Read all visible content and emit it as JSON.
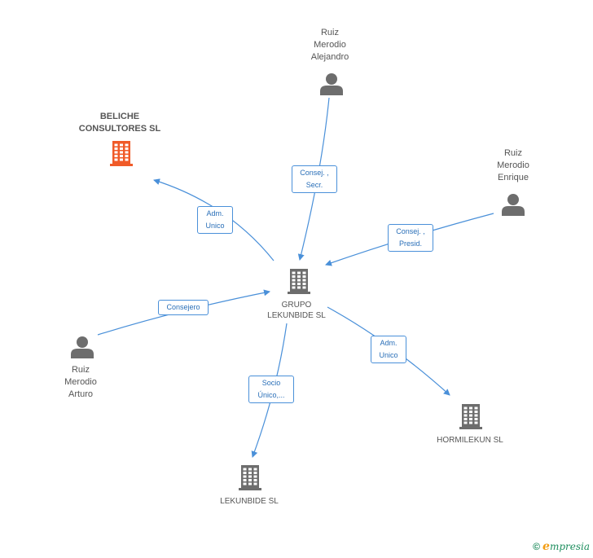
{
  "nodes": {
    "center": {
      "lines": [
        "GRUPO",
        "LEKUNBIDE SL"
      ],
      "icon": "building-icon",
      "color": "#6d6d6d"
    },
    "beliche": {
      "lines": [
        "BELICHE",
        "CONSULTORES SL"
      ],
      "icon": "building-icon",
      "color": "#f05a28"
    },
    "alejandro": {
      "lines": [
        "Ruiz",
        "Merodio",
        "Alejandro"
      ],
      "icon": "person-icon",
      "color": "#6d6d6d"
    },
    "enrique": {
      "lines": [
        "Ruiz",
        "Merodio",
        "Enrique"
      ],
      "icon": "person-icon",
      "color": "#6d6d6d"
    },
    "arturo": {
      "lines": [
        "Ruiz",
        "Merodio",
        "Arturo"
      ],
      "icon": "person-icon",
      "color": "#6d6d6d"
    },
    "lekunbide": {
      "lines": [
        "LEKUNBIDE SL"
      ],
      "icon": "building-icon",
      "color": "#6d6d6d"
    },
    "hormilekun": {
      "lines": [
        "HORMILEKUN SL"
      ],
      "icon": "building-icon",
      "color": "#6d6d6d"
    }
  },
  "edges": {
    "beliche": [
      "Adm.",
      "Unico"
    ],
    "alejandro": [
      "Consej. ,",
      "Secr."
    ],
    "enrique": [
      "Consej. ,",
      "Presid."
    ],
    "arturo": [
      "Consejero"
    ],
    "lekunbide": [
      "Socio",
      "Único,..."
    ],
    "hormilekun": [
      "Adm.",
      "Unico"
    ]
  },
  "edge_color": "#4a90d9",
  "footer": {
    "copyright": "©",
    "brand_first": "e",
    "brand_rest": "mpresia"
  }
}
